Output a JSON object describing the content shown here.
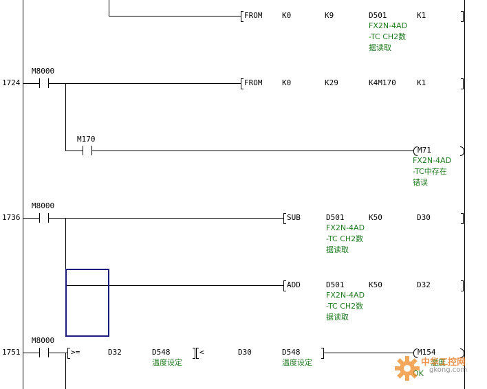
{
  "rungs": [
    {
      "step": "",
      "contacts": [],
      "instructions": [
        {
          "op": "FROM",
          "args": [
            "K0",
            "K9",
            "D501",
            "K1"
          ],
          "comment": [
            "FX2N-4AD",
            "-TC CH2数",
            "据读取"
          ]
        }
      ]
    },
    {
      "step": "1724",
      "contacts": [
        "M8000"
      ],
      "instructions": [
        {
          "op": "FROM",
          "args": [
            "K0",
            "K29",
            "K4M170",
            "K1"
          ],
          "comment": []
        }
      ],
      "branch": {
        "contact": "M170",
        "coil": "M71",
        "comment": [
          "FX2N-4AD",
          "-TC中存在",
          "错误"
        ]
      }
    },
    {
      "step": "1736",
      "contacts": [
        "M8000"
      ],
      "instructions": [
        {
          "op": "SUB",
          "args": [
            "D501",
            "K50",
            "D30"
          ],
          "comment": [
            "FX2N-4AD",
            "-TC CH2数",
            "据读取"
          ]
        },
        {
          "op": "ADD",
          "args": [
            "D501",
            "K50",
            "D32"
          ],
          "comment": [
            "FX2N-4AD",
            "-TC CH2数",
            "据读取"
          ]
        }
      ]
    },
    {
      "step": "1751",
      "contacts": [
        "M8000"
      ],
      "compare1": {
        "op": ">=",
        "a": "D32",
        "b": "D548",
        "b_comment": "温度设定"
      },
      "compare2": {
        "op": "<",
        "a": "D30",
        "b": "D548",
        "b_comment": "温度设定"
      },
      "coil": "M154",
      "coil_comment": [
        "温度",
        "OK"
      ]
    }
  ],
  "watermark": {
    "line1": "中华工控网",
    "line2": "gkong.com"
  },
  "colors": {
    "comment": "#1f7a1f",
    "cursor": "#1a1a7a",
    "line": "#000000",
    "wm": "#e8731a"
  }
}
